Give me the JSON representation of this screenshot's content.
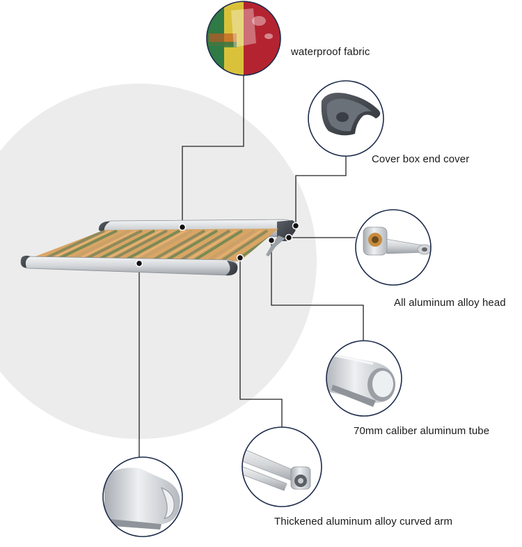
{
  "labels": {
    "fabric": "waterproof fabric",
    "end_cover": "Cover box end cover",
    "head": "All aluminum alloy head",
    "tube": "70mm caliber aluminum tube",
    "arm": "Thickened aluminum alloy curved arm"
  },
  "colors": {
    "background_disc": "#ececec",
    "callout_line": "#222222",
    "callout_ring": "#1c2a4a",
    "stripe_tan": "#d9a565",
    "stripe_green": "#7a8a55",
    "aluminum": "#c9ccd0"
  },
  "icons": [
    "waterproof-fabric-swatch",
    "end-cover-part",
    "aluminum-head-part",
    "aluminum-tube-part",
    "curved-arm-part",
    "front-bar-profile-part"
  ]
}
